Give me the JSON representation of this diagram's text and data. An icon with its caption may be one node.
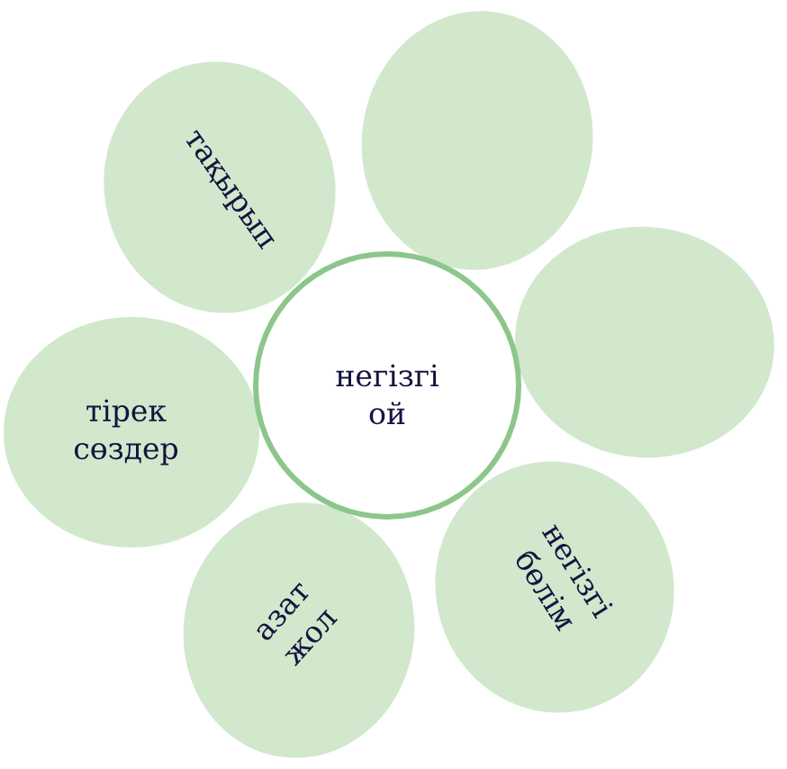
{
  "diagram": {
    "nodes": [
      {
        "text": [
          "негізгі ой"
        ]
      },
      {
        "text": [
          "тақырып"
        ]
      },
      {
        "text": [],
        "shape": "ellipse"
      },
      {
        "text": [],
        "shape": "ellipse"
      },
      {
        "text": [
          "негізгі бөлім"
        ]
      },
      {
        "text": [
          "азат жол"
        ]
      },
      {
        "text": [
          "тірек сөздер"
        ]
      }
    ]
  }
}
